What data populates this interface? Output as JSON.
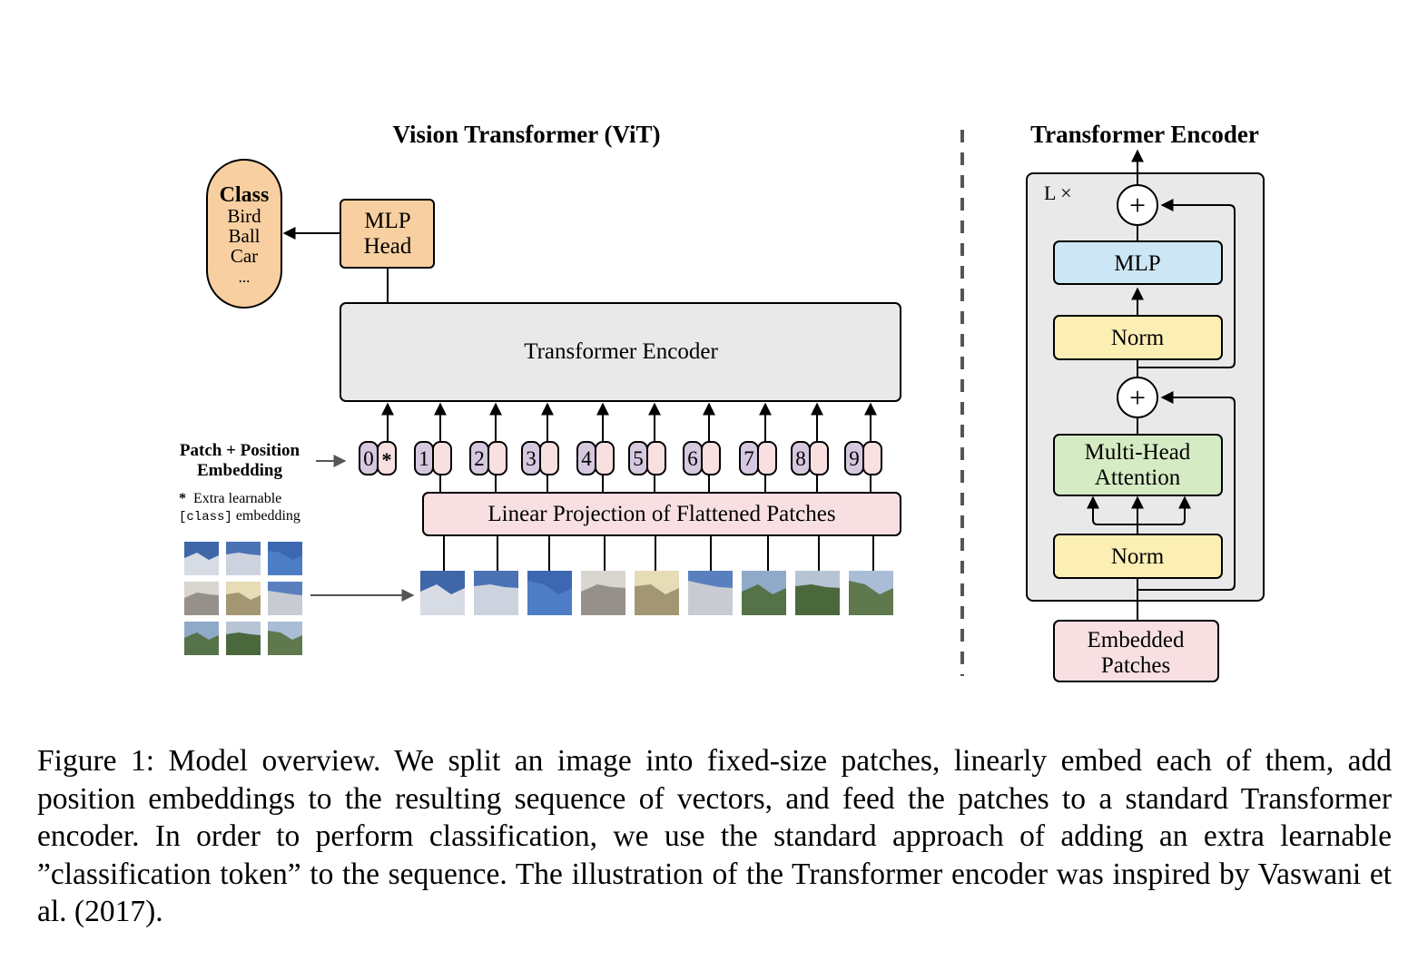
{
  "vit": {
    "title": "Vision Transformer (ViT)",
    "class_box": {
      "heading": "Class",
      "items": [
        "Bird",
        "Ball",
        "Car",
        "..."
      ]
    },
    "mlp_head": [
      "MLP",
      "Head"
    ],
    "encoder_label": "Transformer Encoder",
    "embedding_label": [
      "Patch + Position",
      "Embedding"
    ],
    "extra_note": {
      "star": "*",
      "line1": "Extra learnable",
      "code": "[class]",
      "line2_rest": " embedding"
    },
    "position_indices": [
      "0",
      "1",
      "2",
      "3",
      "4",
      "5",
      "6",
      "7",
      "8",
      "9"
    ],
    "class_token_symbol": "*",
    "projection_label": "Linear Projection of Flattened Patches"
  },
  "encoder": {
    "title": "Transformer Encoder",
    "repeat_label": "L ×",
    "plus_symbol": "+",
    "mlp": "MLP",
    "norm": "Norm",
    "attention": [
      "Multi-Head",
      "Attention"
    ],
    "embedded_patches": [
      "Embedded",
      "Patches"
    ]
  },
  "colors": {
    "class_fill": "#f8cfa0",
    "projection_fill": "#f8e0e2",
    "token_purple": "#d5c8df",
    "token_pink": "#f8dfe0",
    "encoder_fill": "#e9e9e9",
    "mlp_fill": "#cde6f5",
    "norm_fill": "#fcefb4",
    "attention_fill": "#d5ebc4"
  },
  "caption": "Figure 1: Model overview. We split an image into fixed-size patches, linearly embed each of them, add position embeddings to the resulting sequence of vectors, and feed the patches to a standard Transformer encoder. In order to perform classification, we use the standard approach of adding an extra learnable ”classification token” to the sequence. The illustration of the Transformer encoder was inspired by Vaswani et al. (2017)."
}
